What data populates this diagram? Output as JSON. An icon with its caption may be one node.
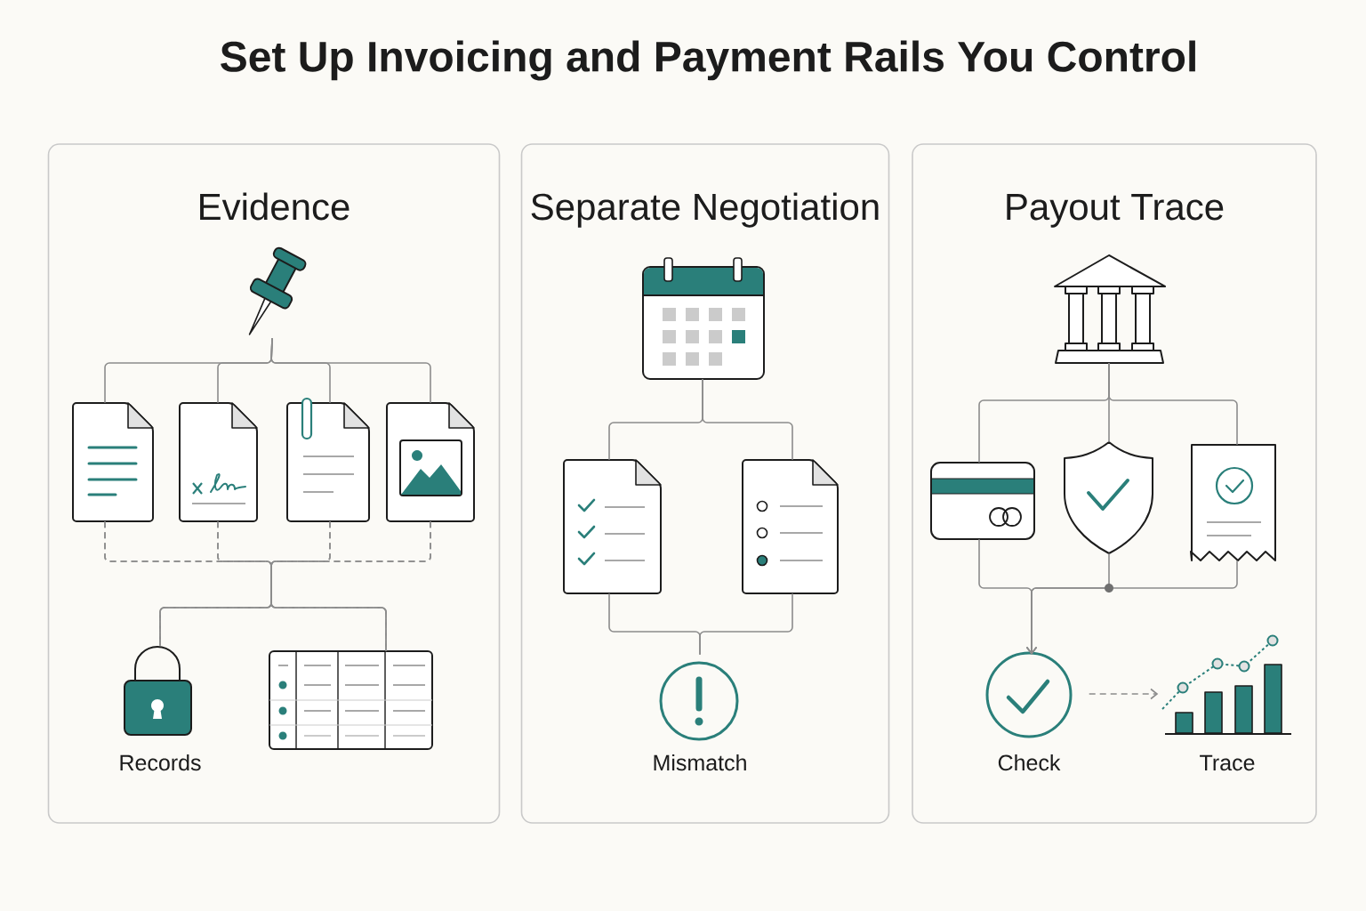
{
  "diagram": {
    "title": "Set Up Invoicing and Payment Rails You Control",
    "nodes": [
      {
        "text": [
          "Evidence"
        ]
      },
      {
        "text": [],
        "shape": "pushpin",
        "in": 0
      },
      {
        "text": [],
        "shape": "document",
        "in": 0
      },
      {
        "text": [],
        "shape": "document",
        "in": 0
      },
      {
        "text": [],
        "shape": "document",
        "in": 0
      },
      {
        "text": [],
        "shape": "document",
        "in": 0
      },
      {
        "text": [
          "Records"
        ],
        "in": 0
      },
      {
        "text": [],
        "shape": "table",
        "in": 0
      },
      {
        "text": [
          "Separate Negotiation"
        ]
      },
      {
        "text": [],
        "shape": "calendar",
        "in": 8
      },
      {
        "text": [],
        "shape": "document",
        "in": 8
      },
      {
        "text": [],
        "shape": "document",
        "in": 8
      },
      {
        "text": [
          "Mismatch"
        ],
        "in": 8
      },
      {
        "text": [
          "Payout Trace"
        ]
      },
      {
        "text": [],
        "shape": "building",
        "in": 13
      },
      {
        "text": [],
        "shape": "card",
        "in": 13
      },
      {
        "text": [],
        "shape": "shield",
        "in": 13
      },
      {
        "text": [],
        "shape": "receipt",
        "in": 13
      },
      {
        "text": [
          "Check"
        ],
        "in": 13
      },
      {
        "text": [
          "Trace"
        ],
        "in": 13
      }
    ],
    "edges": [
      {
        "from": 1,
        "to": 2,
        "arrow": "none"
      },
      {
        "from": 1,
        "to": 3,
        "arrow": "none"
      },
      {
        "from": 1,
        "to": 4,
        "arrow": "none"
      },
      {
        "from": 1,
        "to": 5,
        "arrow": "none"
      },
      {
        "from": 2,
        "to": 6,
        "arrow": "none",
        "style": "dashed"
      },
      {
        "from": 3,
        "to": 6,
        "arrow": "none",
        "style": "dashed"
      },
      {
        "from": 4,
        "to": 6,
        "arrow": "none",
        "style": "dashed"
      },
      {
        "from": 5,
        "to": 6,
        "arrow": "none",
        "style": "dashed"
      },
      {
        "from": 2,
        "to": 7,
        "arrow": "none",
        "style": "dashed"
      },
      {
        "from": 3,
        "to": 7,
        "arrow": "none",
        "style": "dashed"
      },
      {
        "from": 4,
        "to": 7,
        "arrow": "none",
        "style": "dashed"
      },
      {
        "from": 5,
        "to": 7,
        "arrow": "none",
        "style": "dashed"
      },
      {
        "from": 9,
        "to": 10,
        "arrow": "none"
      },
      {
        "from": 9,
        "to": 11,
        "arrow": "none"
      },
      {
        "from": 10,
        "to": 12,
        "arrow": "none"
      },
      {
        "from": 11,
        "to": 12,
        "arrow": "none"
      },
      {
        "from": 14,
        "to": 15,
        "arrow": "none"
      },
      {
        "from": 14,
        "to": 16,
        "arrow": "none"
      },
      {
        "from": 14,
        "to": 17,
        "arrow": "none"
      },
      {
        "from": 15,
        "to": 18,
        "arrow": "to"
      },
      {
        "from": 16,
        "to": 18,
        "arrow": "to"
      },
      {
        "from": 17,
        "to": 18,
        "arrow": "to"
      },
      {
        "from": 18,
        "to": 19,
        "arrow": "to",
        "style": "dashed"
      }
    ]
  }
}
